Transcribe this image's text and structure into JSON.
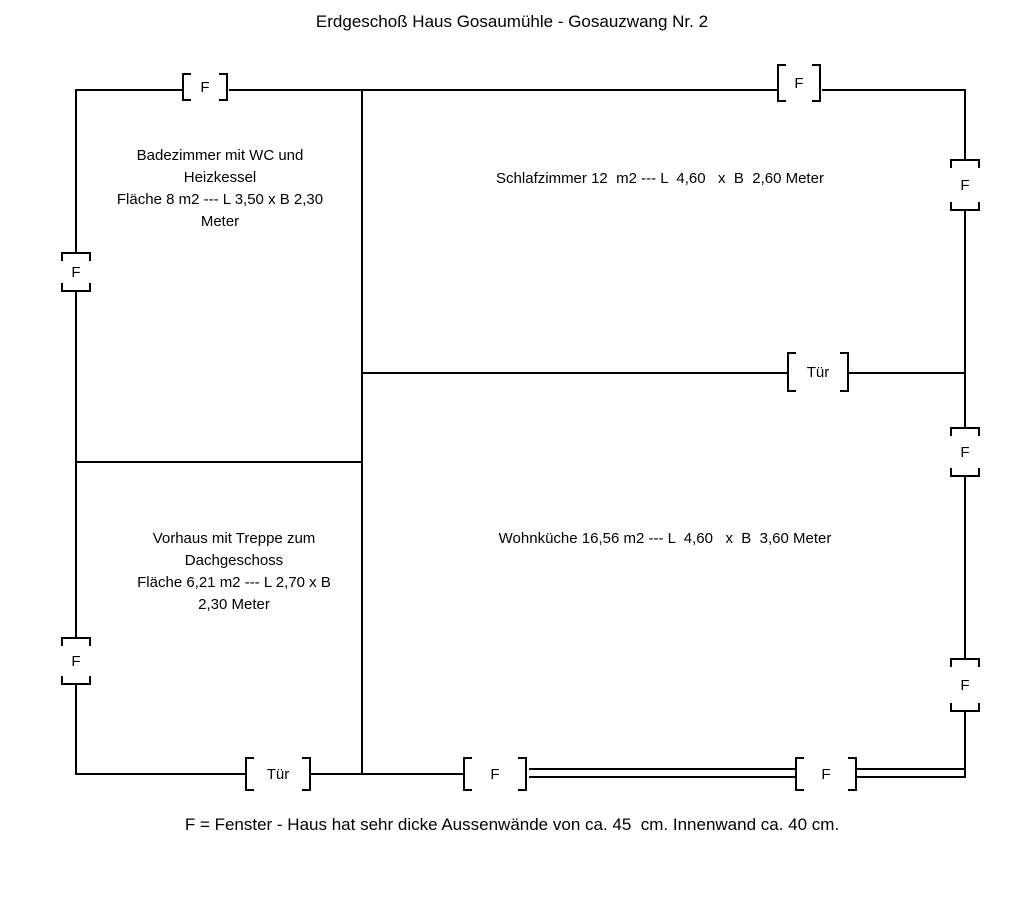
{
  "title": "Erdgeschoß Haus Gosaumühle - Gosauzwang Nr. 2",
  "footnote": "F = Fenster - Haus hat sehr dicke Aussenwände von ca. 45  cm. Innenwand ca. 40 cm.",
  "symbols": {
    "window_label": "F",
    "door_label": "Tür"
  },
  "rooms": {
    "badezimmer": {
      "lines": [
        "Badezimmer mit WC und",
        "Heizkessel",
        "Fläche 8 m2 --- L 3,50 x B 2,30",
        "Meter"
      ]
    },
    "schlafzimmer": {
      "label": "Schlafzimmer 12  m2 --- L  4,60   x  B  2,60 Meter"
    },
    "vorhaus": {
      "lines": [
        "Vorhaus mit Treppe zum",
        "Dachgeschoss",
        "Fläche 6,21 m2 --- L 2,70 x B",
        "2,30 Meter"
      ]
    },
    "wohnkueche": {
      "label": "Wohnküche 16,56 m2 --- L  4,60   x  B  3,60 Meter"
    }
  },
  "colors": {
    "wall": "#000000",
    "background": "#ffffff"
  }
}
